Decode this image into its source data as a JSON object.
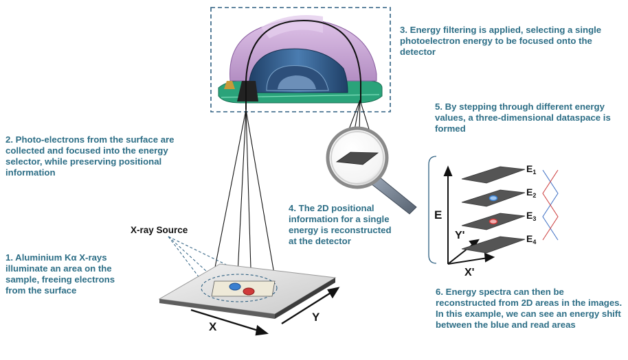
{
  "steps": [
    {
      "label": "1. Aluminium Kα X-rays illuminate an area on the sample, freeing electrons from the surface"
    },
    {
      "label": "2. Photo-electrons from the surface are collected and focused into the energy selector, while preserving positional information"
    },
    {
      "label": "3. Energy filtering is applied, selecting a single photoelectron energy to be focused onto the detector"
    },
    {
      "label": "4. The 2D positional information for a single energy is reconstructed at the detector"
    },
    {
      "label": "5. By stepping through different energy values, a three-dimensional dataspace is formed"
    },
    {
      "label": "6. Energy spectra can then be reconstructed from 2D areas in the images. In this example, we can see an energy shift between the blue and read areas"
    }
  ],
  "labels": {
    "xray_source": "X-ray Source",
    "sample_x": "X",
    "sample_y": "Y",
    "axis_e": "E",
    "axis_x": "X'",
    "axis_y": "Y'"
  },
  "layers": [
    {
      "label": "E",
      "sub": "1",
      "spot": "none"
    },
    {
      "label": "E",
      "sub": "2",
      "spot": "blue"
    },
    {
      "label": "E",
      "sub": "3",
      "spot": "red"
    },
    {
      "label": "E",
      "sub": "4",
      "spot": "none"
    }
  ],
  "colors": {
    "text": "#2d6e86",
    "spot_blue": "#3a7fd0",
    "spot_red": "#d03a3a",
    "analyzer_purple": "#c9a3d6",
    "analyzer_blue": "#2f5a8a",
    "analyzer_green": "#2aa37a",
    "layer_gray": "#555555",
    "spectrum_blue": "#4a78c8",
    "spectrum_red": "#d04848"
  },
  "icons": [
    "magnifier-icon"
  ]
}
